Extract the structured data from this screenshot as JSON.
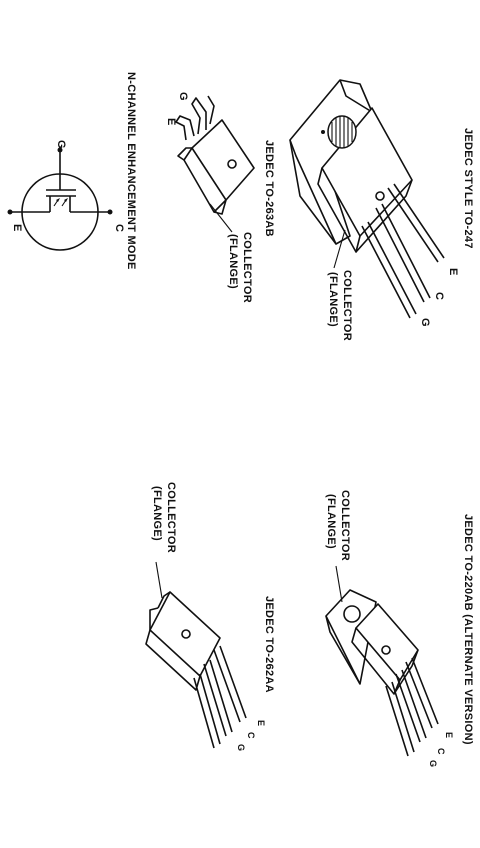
{
  "packages": {
    "to247": {
      "title": "JEDEC STYLE TO-247",
      "collector_line1": "COLLECTOR",
      "collector_line2": "(FLANGE)",
      "pin_e": "E",
      "pin_c": "C",
      "pin_g": "G"
    },
    "to220": {
      "title": "JEDEC TO-220AB (ALTERNATE VERSION)",
      "collector_line1": "COLLECTOR",
      "collector_line2": "(FLANGE)",
      "pin_e": "E",
      "pin_c": "C",
      "pin_g": "G"
    },
    "to263": {
      "title": "JEDEC TO-263AB",
      "collector_line1": "COLLECTOR",
      "collector_line2": "(FLANGE)",
      "pin_g": "G",
      "pin_e": "E"
    },
    "to262": {
      "title": "JEDEC TO-262AA",
      "collector_line1": "COLLECTOR",
      "collector_line2": "(FLANGE)",
      "pin_e": "E",
      "pin_c": "C",
      "pin_g": "G"
    }
  },
  "symbol": {
    "caption": "N-CHANNEL ENHANCEMENT MODE",
    "gate": "G",
    "emitter": "E",
    "collector": "C"
  }
}
